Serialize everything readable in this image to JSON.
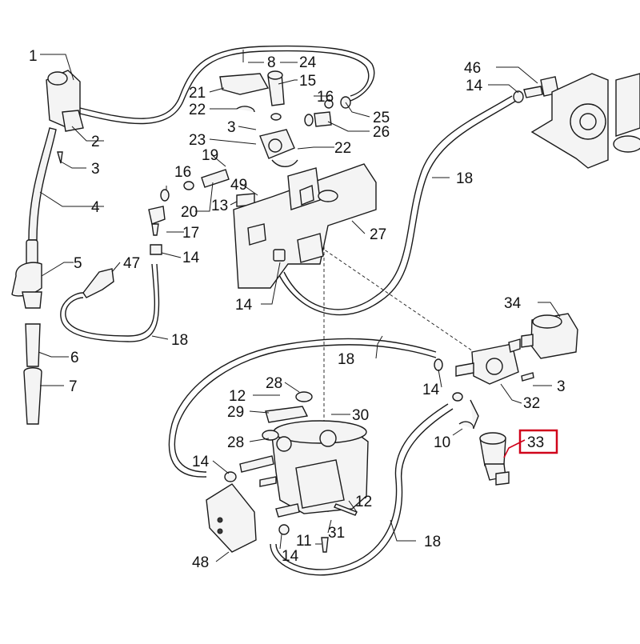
{
  "labels": {
    "p1": "1",
    "p2": "2",
    "p3a": "3",
    "p4": "4",
    "p5": "5",
    "p6": "6",
    "p7": "7",
    "p8": "8",
    "p24": "24",
    "p15": "15",
    "p21": "21",
    "p22a": "22",
    "p16a": "16",
    "p25": "25",
    "p3b": "3",
    "p26": "26",
    "p23": "23",
    "p22b": "22",
    "p19": "19",
    "p16b": "16",
    "p49": "49",
    "p13": "13",
    "p20": "20",
    "p17": "17",
    "p47": "47",
    "p14a": "14",
    "p27": "27",
    "p14b": "14",
    "p18a": "18",
    "p46": "46",
    "p14c": "14",
    "p18b": "18",
    "p34": "34",
    "p18c": "18",
    "p14d": "14",
    "p3c": "3",
    "p32": "32",
    "p28a": "28",
    "p12a": "12",
    "p29": "29",
    "p30": "30",
    "p28b": "28",
    "p10": "10",
    "p33": "33",
    "p14e": "14",
    "p12b": "12",
    "p11": "11",
    "p31": "31",
    "p18d": "18",
    "p48": "48",
    "p14f": "14"
  },
  "highlight": {
    "part": "33",
    "color": "#d0021b"
  }
}
